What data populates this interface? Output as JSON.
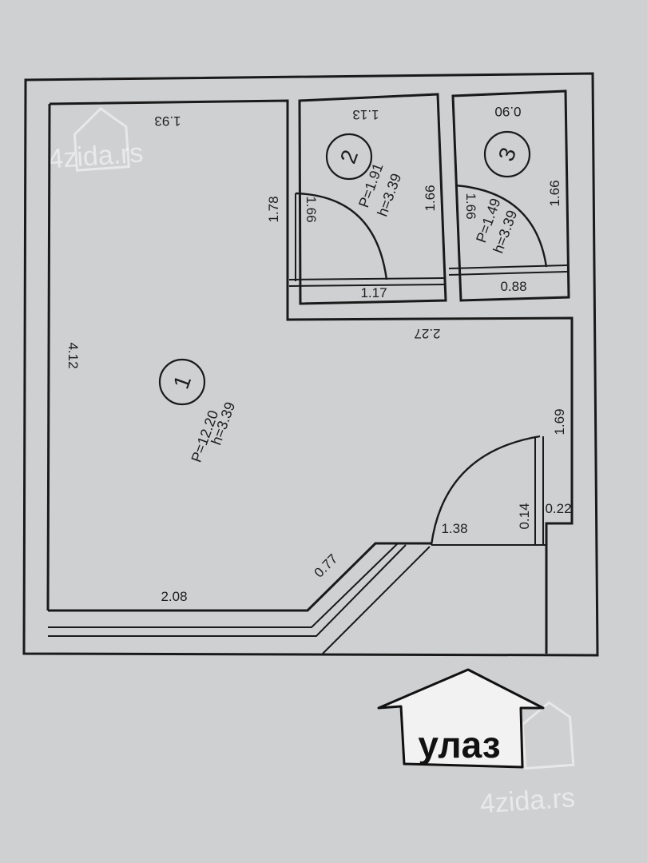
{
  "watermark": {
    "text": "4zida.rs"
  },
  "entrance": {
    "label": "улаз",
    "icon": "arrow-up-icon"
  },
  "rooms": [
    {
      "number": "1",
      "area": "P=12.20",
      "height": "h=3.39"
    },
    {
      "number": "2",
      "area": "P=1.91",
      "height": "h=3.39"
    },
    {
      "number": "3",
      "area": "P=1.49",
      "height": "h=3.39"
    }
  ],
  "dimensions": {
    "room1_top": "1.93",
    "room1_left": "4.12",
    "room1_right_upper": "1.78",
    "room1_bottom": "2.08",
    "diagonal": "0.77",
    "door_opening": "1.38",
    "corridor_right": "1.69",
    "niche_a": "0.14",
    "niche_b": "0.22",
    "mid_wall": "2.27",
    "room2_top": "1.13",
    "room2_left": "1.66",
    "room2_right": "1.66",
    "room2_bottom": "1.17",
    "room3_top": "0.90",
    "room3_left": "1.66",
    "room3_right": "1.66",
    "room3_bottom": "0.88"
  }
}
